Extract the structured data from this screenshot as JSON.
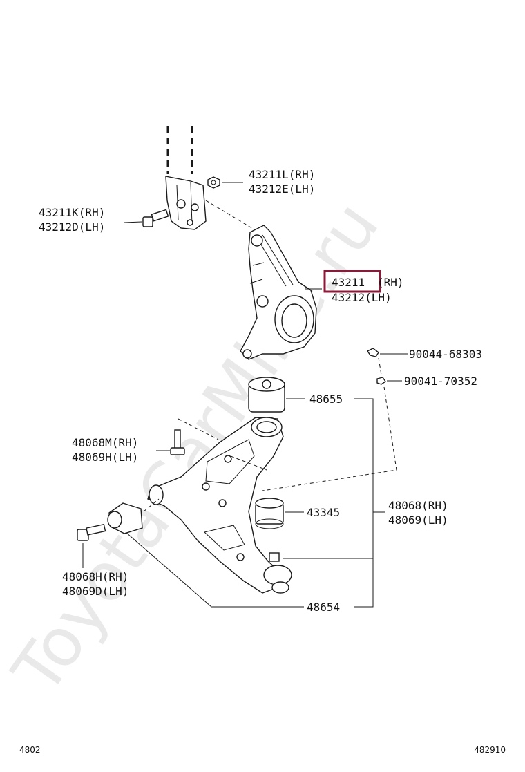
{
  "watermark": "ToyotaCarMine.ru",
  "highlight_color": "#8b1a3a",
  "labels": {
    "strut_nut_rh": "43211L(RH)",
    "strut_nut_lh": "43212E(LH)",
    "strut_bolt_rh": "43211K(RH)",
    "strut_bolt_lh": "43212D(LH)",
    "knuckle_rh_part": "43211",
    "knuckle_rh_side": "(RH)",
    "knuckle_lh": "43212(LH)",
    "clip_1": "90044-68303",
    "clip_2": "90041-70352",
    "bushing_rear": "48655",
    "bolt_mid_rh": "48068M(RH)",
    "bolt_mid_lh": "48069H(LH)",
    "bushing_front": "43345",
    "arm_rh": "48068(RH)",
    "arm_lh": "48069(LH)",
    "bolt_front_rh": "48068H(RH)",
    "bolt_front_lh": "48069D(LH)",
    "arm_assy": "48654"
  },
  "footer": {
    "left": "4802",
    "right": "482910"
  }
}
